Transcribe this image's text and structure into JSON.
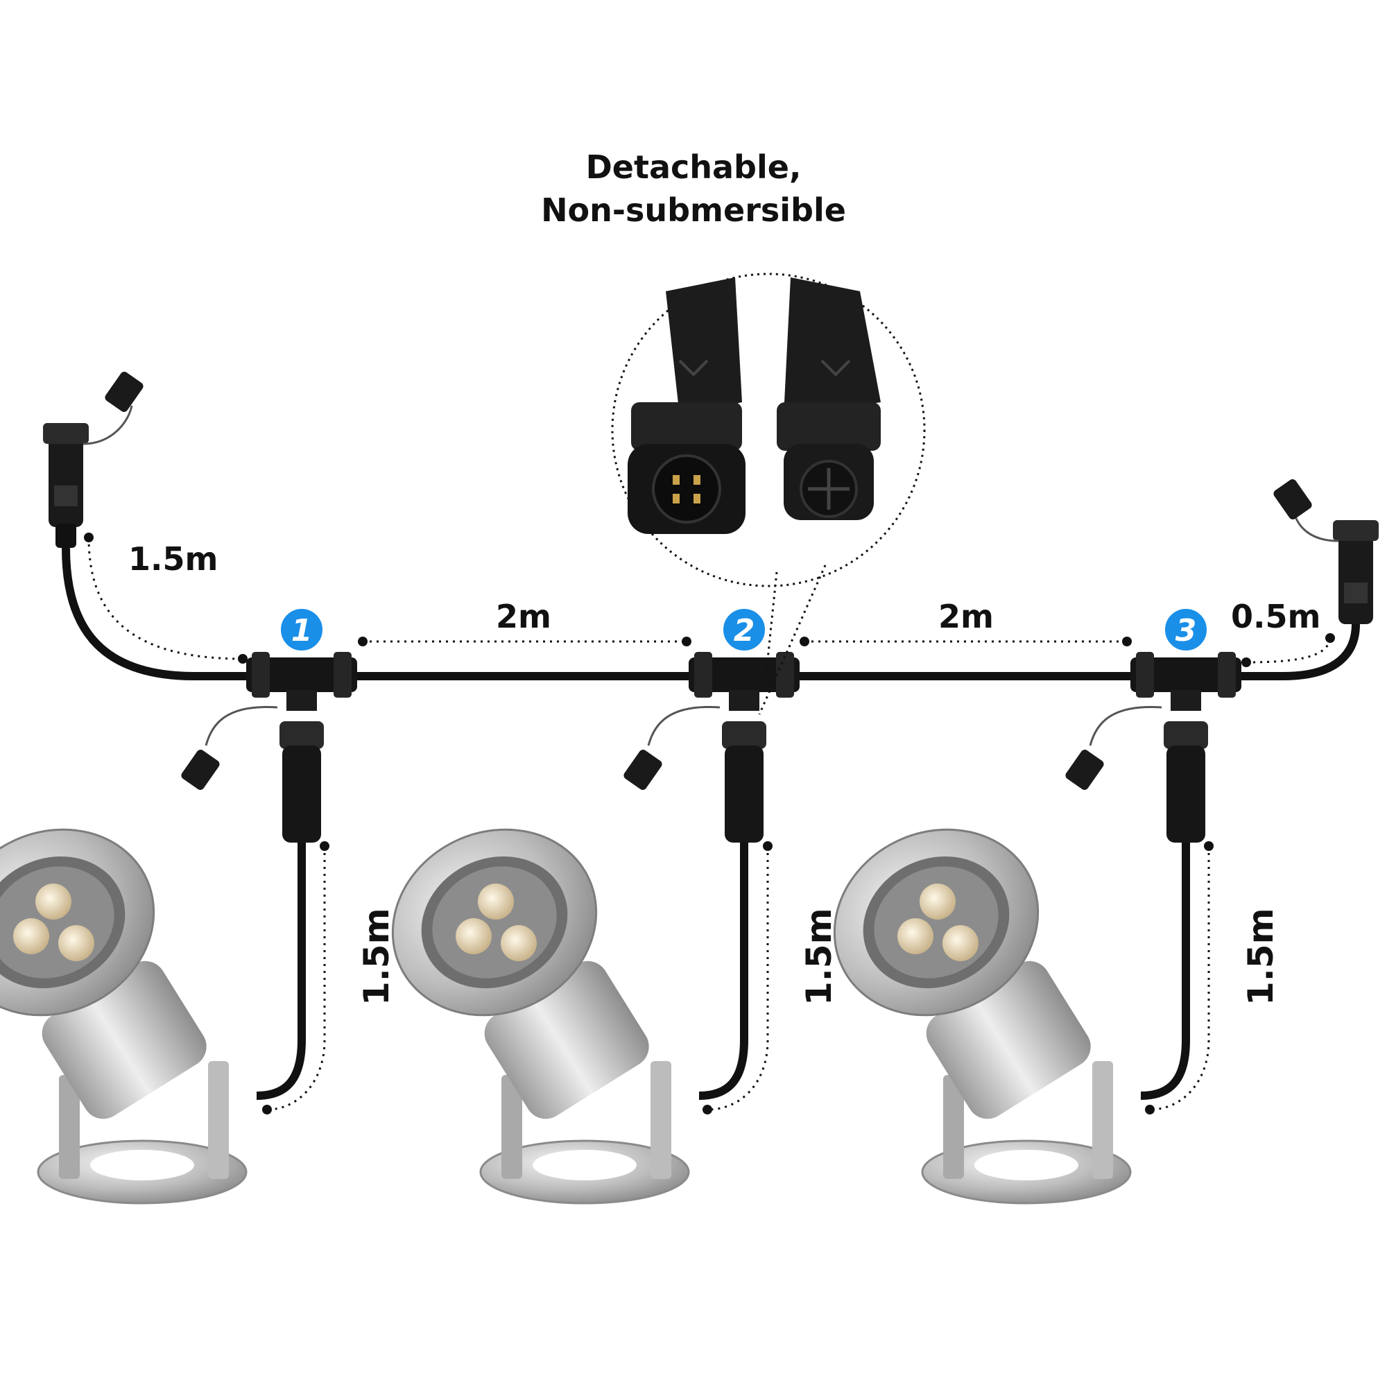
{
  "heading": {
    "line1": "Detachable,",
    "line2": "Non-submersible"
  },
  "badges": [
    {
      "number": "1"
    },
    {
      "number": "2"
    },
    {
      "number": "3"
    }
  ],
  "dimensions": {
    "input_cable": "1.5m",
    "span_1_2": "2m",
    "span_2_3": "2m",
    "end_cable": "0.5m",
    "light_1_cable": "1.5m",
    "light_2_cable": "1.5m",
    "light_3_cable": "1.5m"
  },
  "colors": {
    "badge_blue": "#1a8fe8",
    "cable_black": "#111111",
    "steel": "#c9c9c9",
    "led_warm": "#f2e6cc"
  },
  "icons": [
    "connector-icon",
    "t-splitter-icon",
    "underwater-spotlight-icon",
    "dust-cap-icon"
  ]
}
